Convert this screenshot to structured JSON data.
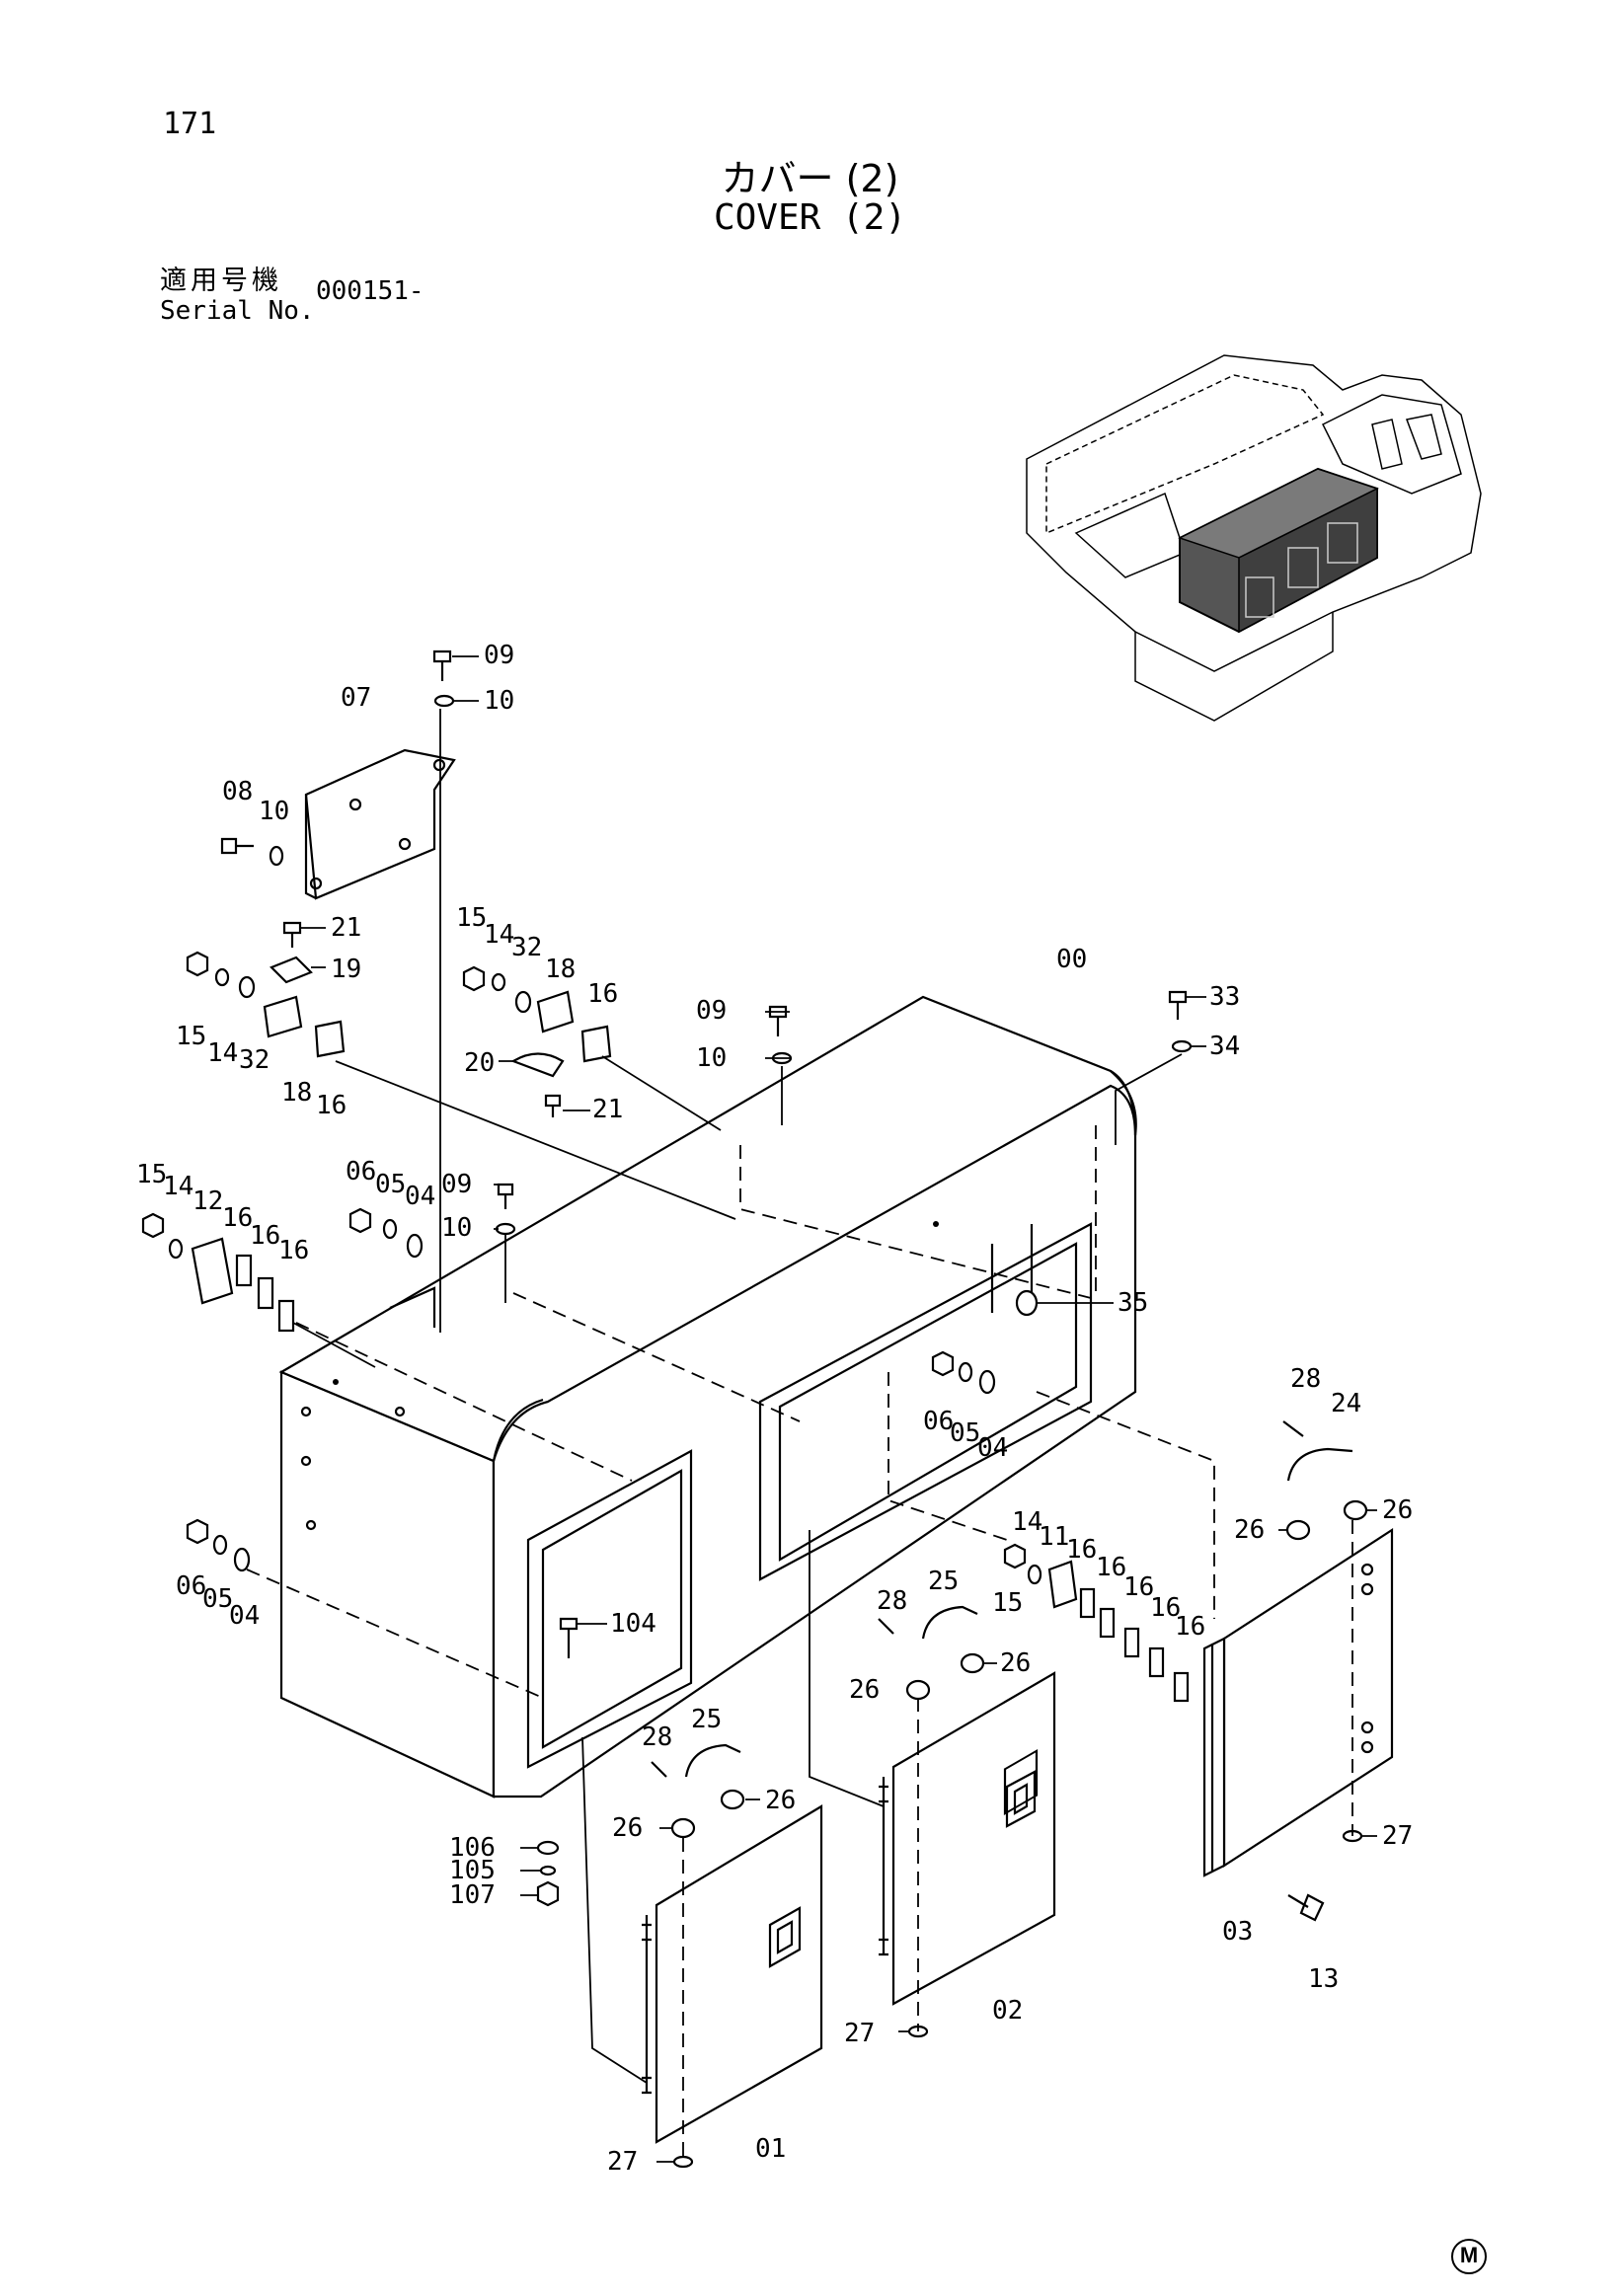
{
  "page": {
    "number": "171",
    "title_jp": "カバー (2)",
    "title_en": "COVER (2)",
    "serial_label_jp": "適用号機",
    "serial_label_en": "Serial No.",
    "serial_value": "000151-",
    "footer_mark": "M"
  },
  "callouts": [
    {
      "id": "c09a",
      "text": "09"
    },
    {
      "id": "c10a",
      "text": "10"
    },
    {
      "id": "c07",
      "text": "07"
    },
    {
      "id": "c08",
      "text": "08"
    },
    {
      "id": "c10b",
      "text": "10"
    },
    {
      "id": "c21a",
      "text": "21"
    },
    {
      "id": "c19",
      "text": "19"
    },
    {
      "id": "c15a",
      "text": "15"
    },
    {
      "id": "c14a",
      "text": "14"
    },
    {
      "id": "c32a",
      "text": "32"
    },
    {
      "id": "c18a",
      "text": "18"
    },
    {
      "id": "c16a",
      "text": "16"
    },
    {
      "id": "c15b",
      "text": "15"
    },
    {
      "id": "c14b",
      "text": "14"
    },
    {
      "id": "c32b",
      "text": "32"
    },
    {
      "id": "c18b",
      "text": "18"
    },
    {
      "id": "c16b",
      "text": "16"
    },
    {
      "id": "c20",
      "text": "20"
    },
    {
      "id": "c21b",
      "text": "21"
    },
    {
      "id": "c09b",
      "text": "09"
    },
    {
      "id": "c10c",
      "text": "10"
    },
    {
      "id": "c00",
      "text": "00"
    },
    {
      "id": "c33",
      "text": "33"
    },
    {
      "id": "c34",
      "text": "34"
    },
    {
      "id": "c06a",
      "text": "06"
    },
    {
      "id": "c05a",
      "text": "05"
    },
    {
      "id": "c04a",
      "text": "04"
    },
    {
      "id": "c09c",
      "text": "09"
    },
    {
      "id": "c10d",
      "text": "10"
    },
    {
      "id": "c15c",
      "text": "15"
    },
    {
      "id": "c14c",
      "text": "14"
    },
    {
      "id": "c12",
      "text": "12"
    },
    {
      "id": "c16c",
      "text": "16"
    },
    {
      "id": "c16d",
      "text": "16"
    },
    {
      "id": "c16e",
      "text": "16"
    },
    {
      "id": "c35",
      "text": "35"
    },
    {
      "id": "c06b",
      "text": "06"
    },
    {
      "id": "c05b",
      "text": "05"
    },
    {
      "id": "c04b",
      "text": "04"
    },
    {
      "id": "c28a",
      "text": "28"
    },
    {
      "id": "c24",
      "text": "24"
    },
    {
      "id": "c26a",
      "text": "26"
    },
    {
      "id": "c26b",
      "text": "26"
    },
    {
      "id": "c06c",
      "text": "06"
    },
    {
      "id": "c05c",
      "text": "05"
    },
    {
      "id": "c04c",
      "text": "04"
    },
    {
      "id": "c14d",
      "text": "14"
    },
    {
      "id": "c11",
      "text": "11"
    },
    {
      "id": "c16f",
      "text": "16"
    },
    {
      "id": "c16g",
      "text": "16"
    },
    {
      "id": "c16h",
      "text": "16"
    },
    {
      "id": "c16i",
      "text": "16"
    },
    {
      "id": "c16j",
      "text": "16"
    },
    {
      "id": "c15d",
      "text": "15"
    },
    {
      "id": "c28b",
      "text": "28"
    },
    {
      "id": "c25a",
      "text": "25"
    },
    {
      "id": "c26c",
      "text": "26"
    },
    {
      "id": "c104",
      "text": "104"
    },
    {
      "id": "c26d",
      "text": "26"
    },
    {
      "id": "c28c",
      "text": "28"
    },
    {
      "id": "c25b",
      "text": "25"
    },
    {
      "id": "c26e",
      "text": "26"
    },
    {
      "id": "c26f",
      "text": "26"
    },
    {
      "id": "c106",
      "text": "106"
    },
    {
      "id": "c105",
      "text": "105"
    },
    {
      "id": "c107",
      "text": "107"
    },
    {
      "id": "c27a",
      "text": "27"
    },
    {
      "id": "c03",
      "text": "03"
    },
    {
      "id": "c13",
      "text": "13"
    },
    {
      "id": "c02",
      "text": "02"
    },
    {
      "id": "c27b",
      "text": "27"
    },
    {
      "id": "c01",
      "text": "01"
    },
    {
      "id": "c27c",
      "text": "27"
    }
  ]
}
